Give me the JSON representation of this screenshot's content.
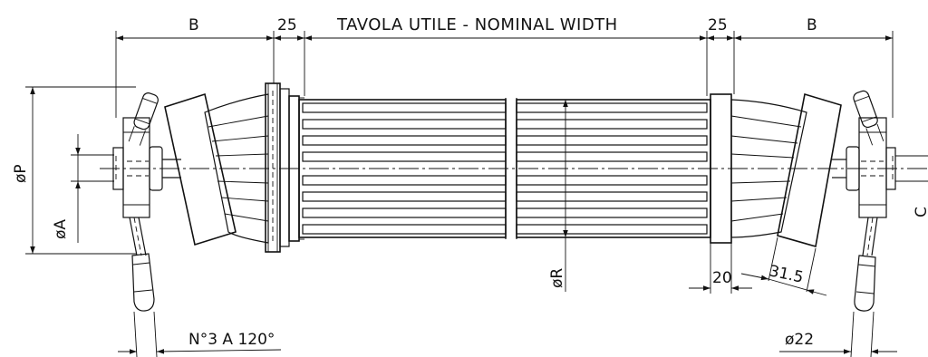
{
  "labels": {
    "dim_b_left": "B",
    "dim_25_left": "25",
    "nominal_width": "TAVOLA UTILE - NOMINAL WIDTH",
    "dim_25_right": "25",
    "dim_b_right": "B",
    "dia_p": "øP",
    "dia_a": "øA",
    "dia_r": "øR",
    "dim_20": "20",
    "dim_31_5": "31.5",
    "dim_c": "C",
    "holes_note": "N°3 A 120°",
    "dia_22": "ø22"
  },
  "colors": {
    "line": "#111111",
    "background": "#ffffff"
  }
}
